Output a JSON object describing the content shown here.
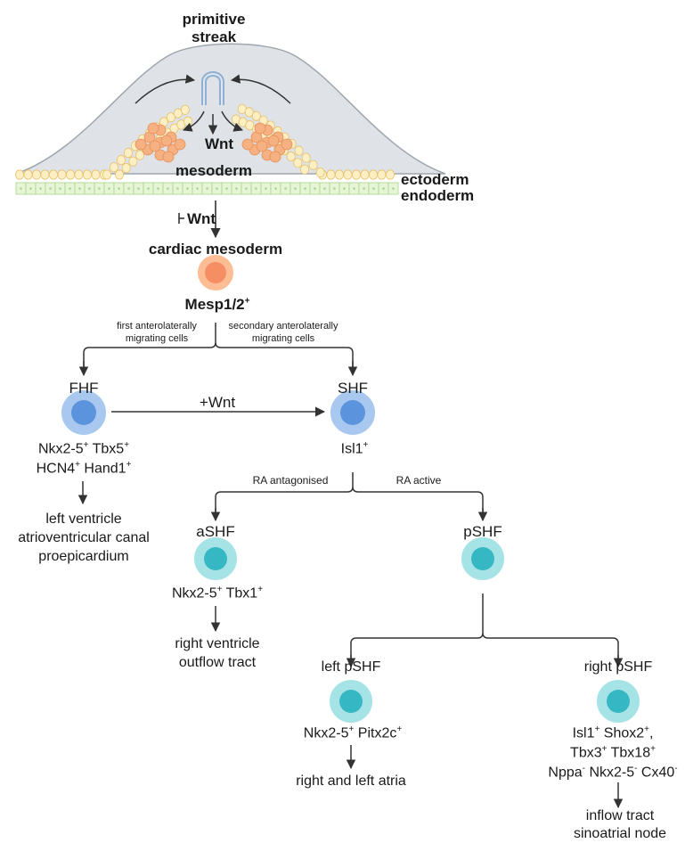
{
  "embryo": {
    "primitive_streak": [
      "primitive",
      "streak"
    ],
    "wnt": "Wnt",
    "mesoderm": "mesoderm",
    "ectoderm": "ectoderm",
    "endoderm": "endoderm"
  },
  "inhibit_wnt": "Wnt",
  "cardiac_mesoderm": {
    "title": "cardiac mesoderm",
    "marker": "Mesp1/2",
    "marker_sup": "+"
  },
  "migration": {
    "first": [
      "first anterolaterally",
      "migrating cells"
    ],
    "secondary": [
      "secondary anterolaterally",
      "migrating cells"
    ]
  },
  "fhf": {
    "title": "FHF",
    "marker_lines": [
      [
        {
          "t": "Nkx2-5",
          "s": "+"
        },
        {
          "t": " Tbx5",
          "s": "+"
        }
      ],
      [
        {
          "t": "HCN4",
          "s": "+"
        },
        {
          "t": "  Hand1",
          "s": "+"
        }
      ]
    ],
    "fate": [
      "left ventricle",
      "atrioventricular canal",
      "proepicardium"
    ]
  },
  "plus_wnt": "+Wnt",
  "shf": {
    "title": "SHF",
    "marker_lines": [
      [
        {
          "t": "Isl1",
          "s": "+"
        }
      ]
    ]
  },
  "ra_antagonised": "RA antagonised",
  "ra_active": "RA active",
  "ashf": {
    "title": "aSHF",
    "marker_lines": [
      [
        {
          "t": "Nkx2-5",
          "s": "+"
        },
        {
          "t": " Tbx1",
          "s": "+"
        }
      ]
    ],
    "fate": [
      "right ventricle",
      "outflow tract"
    ]
  },
  "pshf": {
    "title": "pSHF"
  },
  "left_pshf": {
    "title": "left pSHF",
    "marker_lines": [
      [
        {
          "t": "Nkx2-5",
          "s": "+"
        },
        {
          "t": " Pitx2c",
          "s": "+"
        }
      ]
    ],
    "fate": [
      "right and left atria"
    ]
  },
  "right_pshf": {
    "title": "right pSHF",
    "marker_lines": [
      [
        {
          "t": "Isl1",
          "s": "+"
        },
        {
          "t": " Shox2",
          "s": "+"
        },
        {
          "t": ",",
          "s": ""
        }
      ],
      [
        {
          "t": "Tbx3",
          "s": "+"
        },
        {
          "t": " Tbx18",
          "s": "+"
        }
      ],
      [
        {
          "t": "Nppa",
          "s": "-"
        },
        {
          "t": " Nkx2-5",
          "s": "-"
        },
        {
          "t": " Cx40",
          "s": "-"
        }
      ]
    ],
    "fate": [
      "inflow tract",
      "sinoatrial node"
    ]
  },
  "colors": {
    "embryo_fill": "#dfe3e8",
    "embryo_outline": "#9ea6ae",
    "ectoderm_cells": "#fcefc4",
    "ectoderm_outline": "#e6c06a",
    "endoderm_cells": "#e6f5d8",
    "endoderm_outline": "#a9d48a",
    "mesoderm_cells": "#f6b183",
    "cardiac_cell": "#fcbd94",
    "cardiac_nucleus": "#f58f63",
    "blue_cell": "#a9c8ef",
    "blue_nucleus": "#5b94dd",
    "teal_cell": "#a6e3e6",
    "teal_nucleus": "#36b7c4",
    "line": "#333333"
  }
}
